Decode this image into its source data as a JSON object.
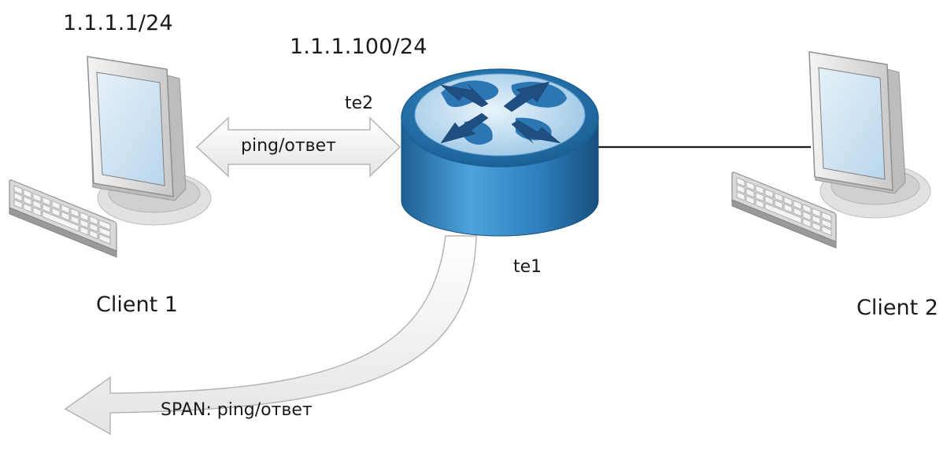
{
  "client1": {
    "ip": "1.1.1.1/24",
    "label": "Client 1",
    "icon": "desktop-computer-icon"
  },
  "client2": {
    "label": "Client 2",
    "icon": "desktop-computer-icon"
  },
  "router": {
    "ip": "1.1.1.100/24",
    "icon": "router-icon",
    "ports": {
      "te2": "te2",
      "te1": "te1"
    }
  },
  "links": {
    "ping_arrow_label": "ping/ответ",
    "span_arrow_label": "SPAN: ping/ответ"
  },
  "colors": {
    "router_blue": "#2f7fb8",
    "router_top": "#1f6ea8",
    "arrow_fill": "#f2f2f2",
    "arrow_stroke": "#b5b5b5",
    "monitor_frame": "#d9d9d9",
    "screen": "#cfe4f3"
  }
}
